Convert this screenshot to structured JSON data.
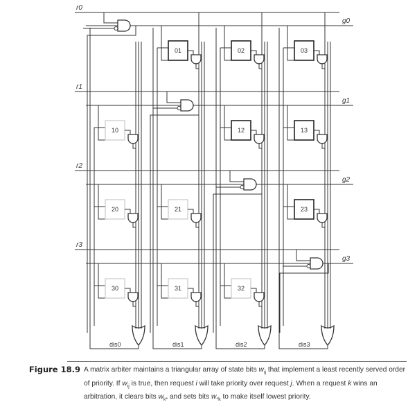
{
  "figure": {
    "label": "Figure 18.9",
    "caption_parts": [
      {
        "t": "A matrix arbiter maintains a triangular array of state bits "
      },
      {
        "i": "w",
        "sub": "ij"
      },
      {
        "t": " that implement a least recently served order of priority. If "
      },
      {
        "i": "w",
        "sub": "ij"
      },
      {
        "t": " is true, then request "
      },
      {
        "i": "i"
      },
      {
        "t": " will take priority over request "
      },
      {
        "i": "j"
      },
      {
        "t": ". When a request "
      },
      {
        "i": "k"
      },
      {
        "t": " wins an arbitration, it clears bits "
      },
      {
        "i": "w",
        "sub": "k*"
      },
      {
        "t": " and sets bits "
      },
      {
        "i": "w",
        "sub": "*k"
      },
      {
        "t": " to make itself lowest priority."
      }
    ]
  },
  "diagram": {
    "title": "Matrix arbiter (4 requesters)",
    "requests": [
      "r0",
      "r1",
      "r2",
      "r3"
    ],
    "grants": [
      "g0",
      "g1",
      "g2",
      "g3"
    ],
    "disable_outputs": [
      "dis0",
      "dis1",
      "dis2",
      "dis3"
    ],
    "cells": [
      {
        "row": 0,
        "col": 1,
        "label": "01",
        "active": true
      },
      {
        "row": 0,
        "col": 2,
        "label": "02",
        "active": true
      },
      {
        "row": 0,
        "col": 3,
        "label": "03",
        "active": true
      },
      {
        "row": 1,
        "col": 0,
        "label": "10",
        "active": false
      },
      {
        "row": 1,
        "col": 2,
        "label": "12",
        "active": true
      },
      {
        "row": 1,
        "col": 3,
        "label": "13",
        "active": true
      },
      {
        "row": 2,
        "col": 0,
        "label": "20",
        "active": false
      },
      {
        "row": 2,
        "col": 1,
        "label": "21",
        "active": false
      },
      {
        "row": 2,
        "col": 3,
        "label": "23",
        "active": true
      },
      {
        "row": 3,
        "col": 0,
        "label": "30",
        "active": false
      },
      {
        "row": 3,
        "col": 1,
        "label": "31",
        "active": false
      },
      {
        "row": 3,
        "col": 2,
        "label": "32",
        "active": false
      }
    ],
    "colors": {
      "wire": "#333333",
      "active_box": "#222222",
      "inactive_box": "#c8c8c8",
      "text": "#333333"
    }
  }
}
